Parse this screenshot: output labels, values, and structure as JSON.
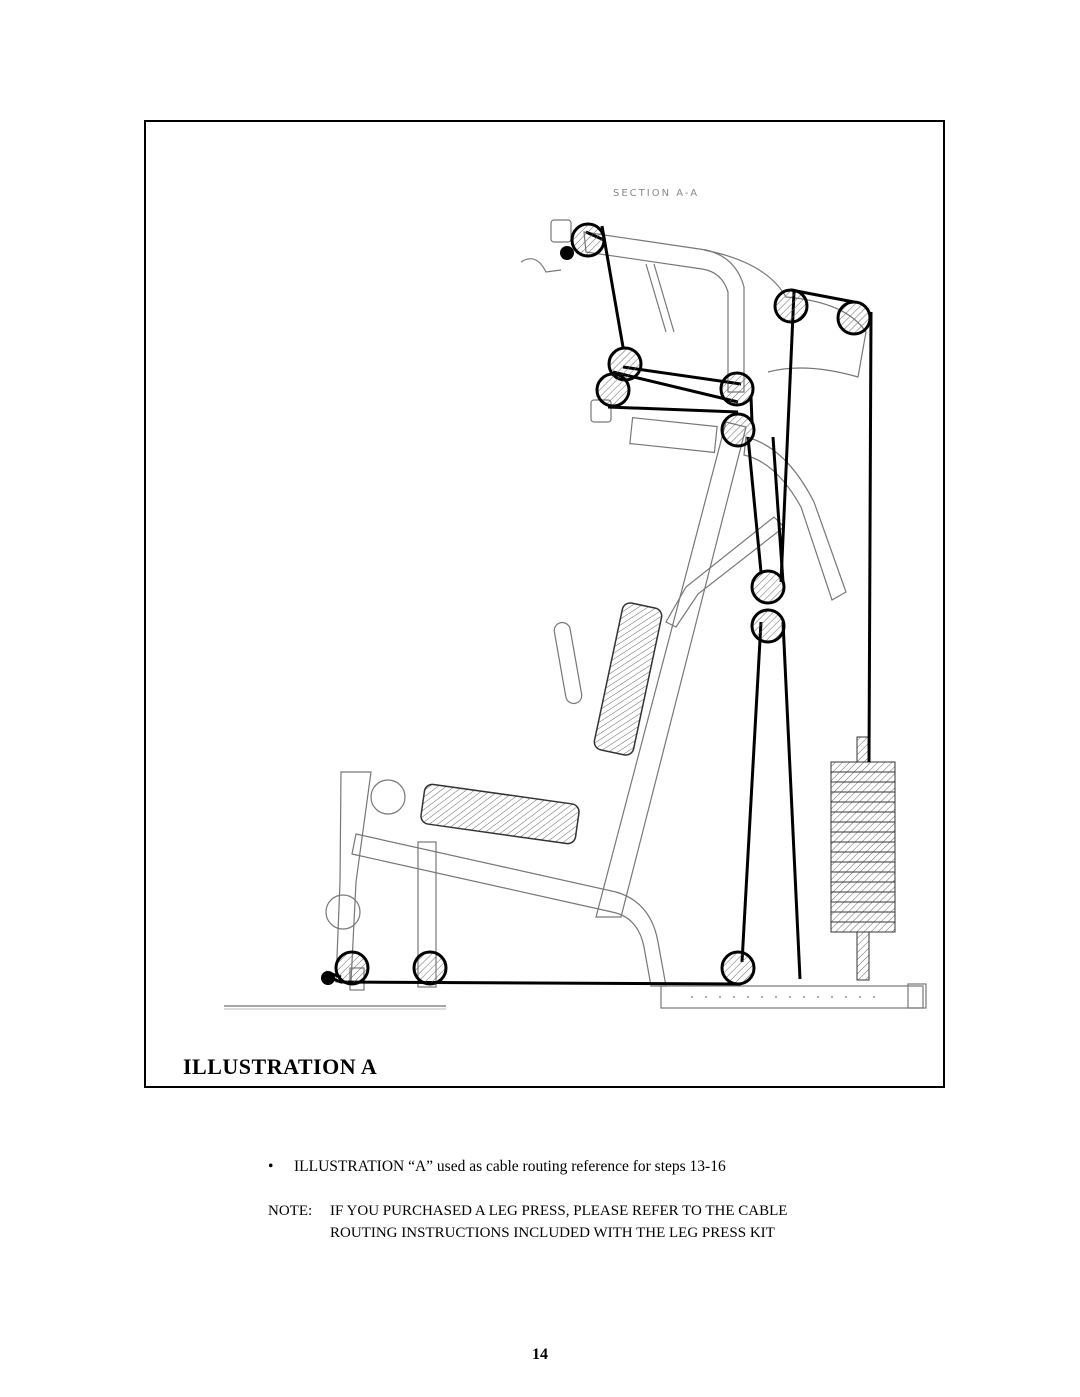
{
  "figure": {
    "section_label": "SECTION A-A",
    "title": "ILLUSTRATION A"
  },
  "bullet": {
    "symbol": "•",
    "text": "ILLUSTRATION “A” used as cable routing reference for steps 13-16"
  },
  "note": {
    "label": "NOTE:",
    "text": "IF YOU PURCHASED A LEG PRESS, PLEASE REFER TO THE CABLE ROUTING INSTRUCTIONS INCLUDED WITH THE LEG PRESS KIT"
  },
  "page_number": "14"
}
